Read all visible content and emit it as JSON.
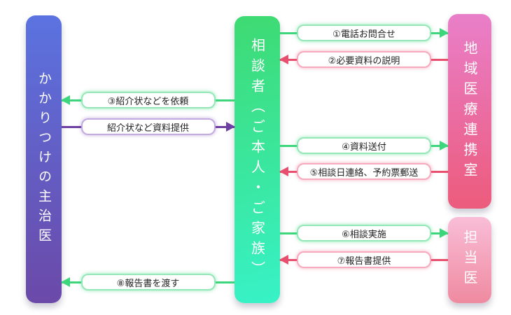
{
  "nodes": {
    "left": {
      "label": "かかりつけの主治医"
    },
    "middle": {
      "label": "相談者（ご本人・ご家族）"
    },
    "right_top": {
      "label": "地域医療連携室"
    },
    "right_bottom": {
      "label": "担当医"
    }
  },
  "flows": [
    {
      "label": "①電話お問合せ",
      "from": "middle",
      "to": "right_top",
      "direction": "right",
      "color": "#3ed67c"
    },
    {
      "label": "②必要資料の説明",
      "from": "right_top",
      "to": "middle",
      "direction": "left",
      "color": "#e84f6e"
    },
    {
      "label": "③紹介状などを依頼",
      "from": "middle",
      "to": "left",
      "direction": "left",
      "color": "#3ed67c"
    },
    {
      "label": "紹介状など資料提供",
      "from": "left",
      "to": "middle",
      "direction": "right",
      "color": "#6e3fa3"
    },
    {
      "label": "④資料送付",
      "from": "middle",
      "to": "right_top",
      "direction": "right",
      "color": "#3ed67c"
    },
    {
      "label": "⑤相談日連絡、予約票郵送",
      "from": "right_top",
      "to": "middle",
      "direction": "left",
      "color": "#e84f6e"
    },
    {
      "label": "⑥相談実施",
      "from": "middle",
      "to": "right_bottom",
      "direction": "right",
      "color": "#3ed67c"
    },
    {
      "label": "⑦報告書提供",
      "from": "right_bottom",
      "to": "middle",
      "direction": "left",
      "color": "#e84f6e"
    },
    {
      "label": "⑧報告書を渡す",
      "from": "middle",
      "to": "left",
      "direction": "left",
      "color": "#3ed67c"
    }
  ],
  "colors": {
    "background": "#ffffff",
    "left_bar_top": "#5b73e0",
    "left_bar_bottom": "#6b49a8",
    "middle_bar_top": "#3eda72",
    "middle_bar_bottom": "#37f2c7",
    "right_top_bar_top": "#e97fc9",
    "right_top_bar_bottom": "#ec5b7c",
    "right_bottom_bar_top": "#f9bdd7",
    "right_bottom_bar_bottom": "#ef8aa0",
    "arrow_green": "#3ed67c",
    "arrow_red": "#e84f6e",
    "arrow_purple": "#6e3fa3",
    "label_text": "#222222"
  }
}
